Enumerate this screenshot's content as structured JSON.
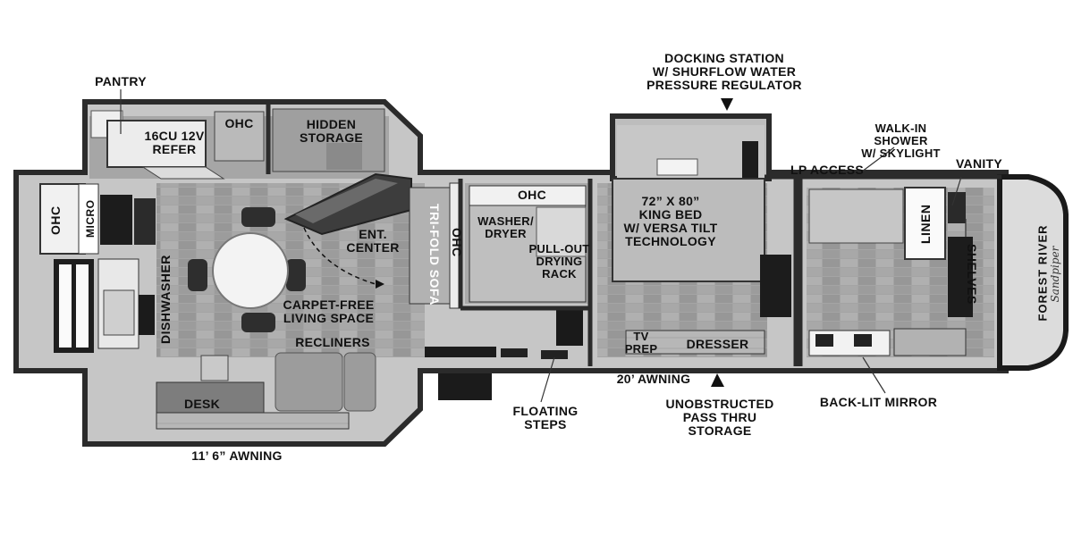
{
  "labels": {
    "pantry": "PANTRY",
    "refer": "16CU 12V\nREFER",
    "ohc_kitchen": "OHC",
    "hidden_storage": "HIDDEN\nSTORAGE",
    "ohc_left": "OHC",
    "micro": "MICRO",
    "dishwasher": "DISHWASHER",
    "ent_center": "ENT.\nCENTER",
    "tri_fold_sofa": "TRI-FOLD SOFA",
    "ohc_sofa": "OHC",
    "carpet_free": "CARPET-FREE\nLIVING SPACE",
    "recliners": "RECLINERS",
    "desk": "DESK",
    "awning_left": "11’ 6” AWNING",
    "ohc_laundry": "OHC",
    "washer_dryer": "WASHER/\nDRYER",
    "drying_rack": "PULL-OUT\nDRYING\nRACK",
    "floating_steps": "FLOATING\nSTEPS",
    "docking_station": "DOCKING STATION\nW/ SHURFLOW WATER\nPRESSURE REGULATOR",
    "king_bed": "72” X 80”\nKING BED\nW/ VERSA TILT\nTECHNOLOGY",
    "tv_prep": "TV\nPREP",
    "dresser": "DRESSER",
    "awning_right": "20’ AWNING",
    "pass_thru": "UNOBSTRUCTED\nPASS THRU\nSTORAGE",
    "lp_access": "LP ACCESS",
    "walk_in_shower": "WALK-IN\nSHOWER\nW/ SKYLIGHT",
    "vanity": "VANITY",
    "linen": "LINEN",
    "shelves": "SHELVES",
    "back_lit_mirror": "BACK-LIT MIRROR",
    "brand": "FOREST RIVER",
    "brand_script": "Sandpiper"
  },
  "colors": {
    "wall": "#3a3a3a",
    "floor": "#9a9a9a",
    "cabinet": "#d8d8d8",
    "dark": "#1a1a1a"
  }
}
